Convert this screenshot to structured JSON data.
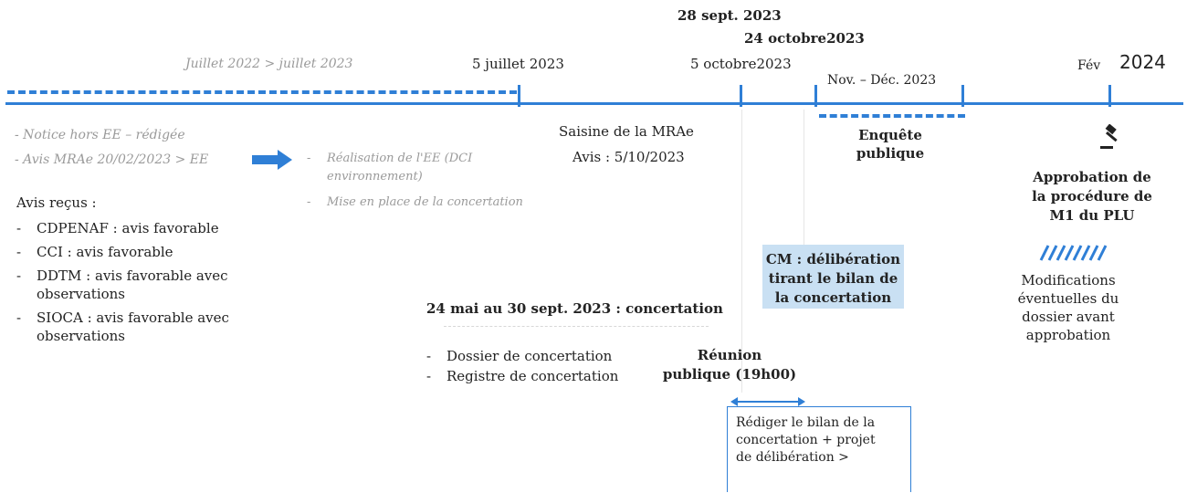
{
  "timeline": {
    "top_date_1": "28 sept. 2023",
    "top_date_2": "24 octobre2023",
    "period_label": "Juillet 2022 > juillet 2023",
    "date_july": "5 juillet 2023",
    "date_october": "5 octobre2023",
    "date_nov_dec": "Nov. – Déc. 2023",
    "date_feb_prefix": "Fév",
    "date_feb_year": "2024"
  },
  "left_column": {
    "notice": "- Notice hors EE – rédigée",
    "avis_mrae": "- Avis MRAe 20/02/2023 > EE",
    "avis_recus_title": "Avis reçus :",
    "avis_items": [
      "CDPENAF : avis favorable",
      "CCI : avis favorable",
      "DDTM : avis favorable avec observations",
      "SIOCA : avis favorable avec observations"
    ]
  },
  "ee_column": {
    "items": [
      "Réalisation de l'EE (DCI environnement)",
      "Mise en place de la concertation"
    ]
  },
  "mrae": {
    "title": "Saisine de la MRAe",
    "avis": "Avis : 5/10/2023"
  },
  "enquete": {
    "line1": "Enquête",
    "line2": "publique"
  },
  "approbation": {
    "line1": "Approbation de",
    "line2": "la procédure de",
    "line3": "M1 du PLU"
  },
  "cm": {
    "line1": "CM : délibération",
    "line2": "tirant le bilan de",
    "line3": "la concertation"
  },
  "modifications": {
    "line1": "Modifications",
    "line2": "éventuelles du",
    "line3": "dossier avant",
    "line4": "approbation"
  },
  "concertation": {
    "title": "24 mai au 30 sept. 2023 : concertation",
    "items": [
      "Dossier de concertation",
      "Registre de concertation"
    ]
  },
  "reunion": {
    "line1": "Réunion",
    "line2": "publique (19h00)"
  },
  "bilan_box": {
    "line1": "Rédiger le bilan de la",
    "line2": "concertation + projet",
    "line3": "de délibération >"
  },
  "colors": {
    "timeline_blue": "#2f7fd6",
    "highlight_blue": "#c9e0f3",
    "gray_text": "#9a9a9a"
  },
  "icons": {
    "approval": "gavel-icon",
    "arrow": "right-arrow-icon",
    "hatch": "hatched-bar-icon"
  }
}
